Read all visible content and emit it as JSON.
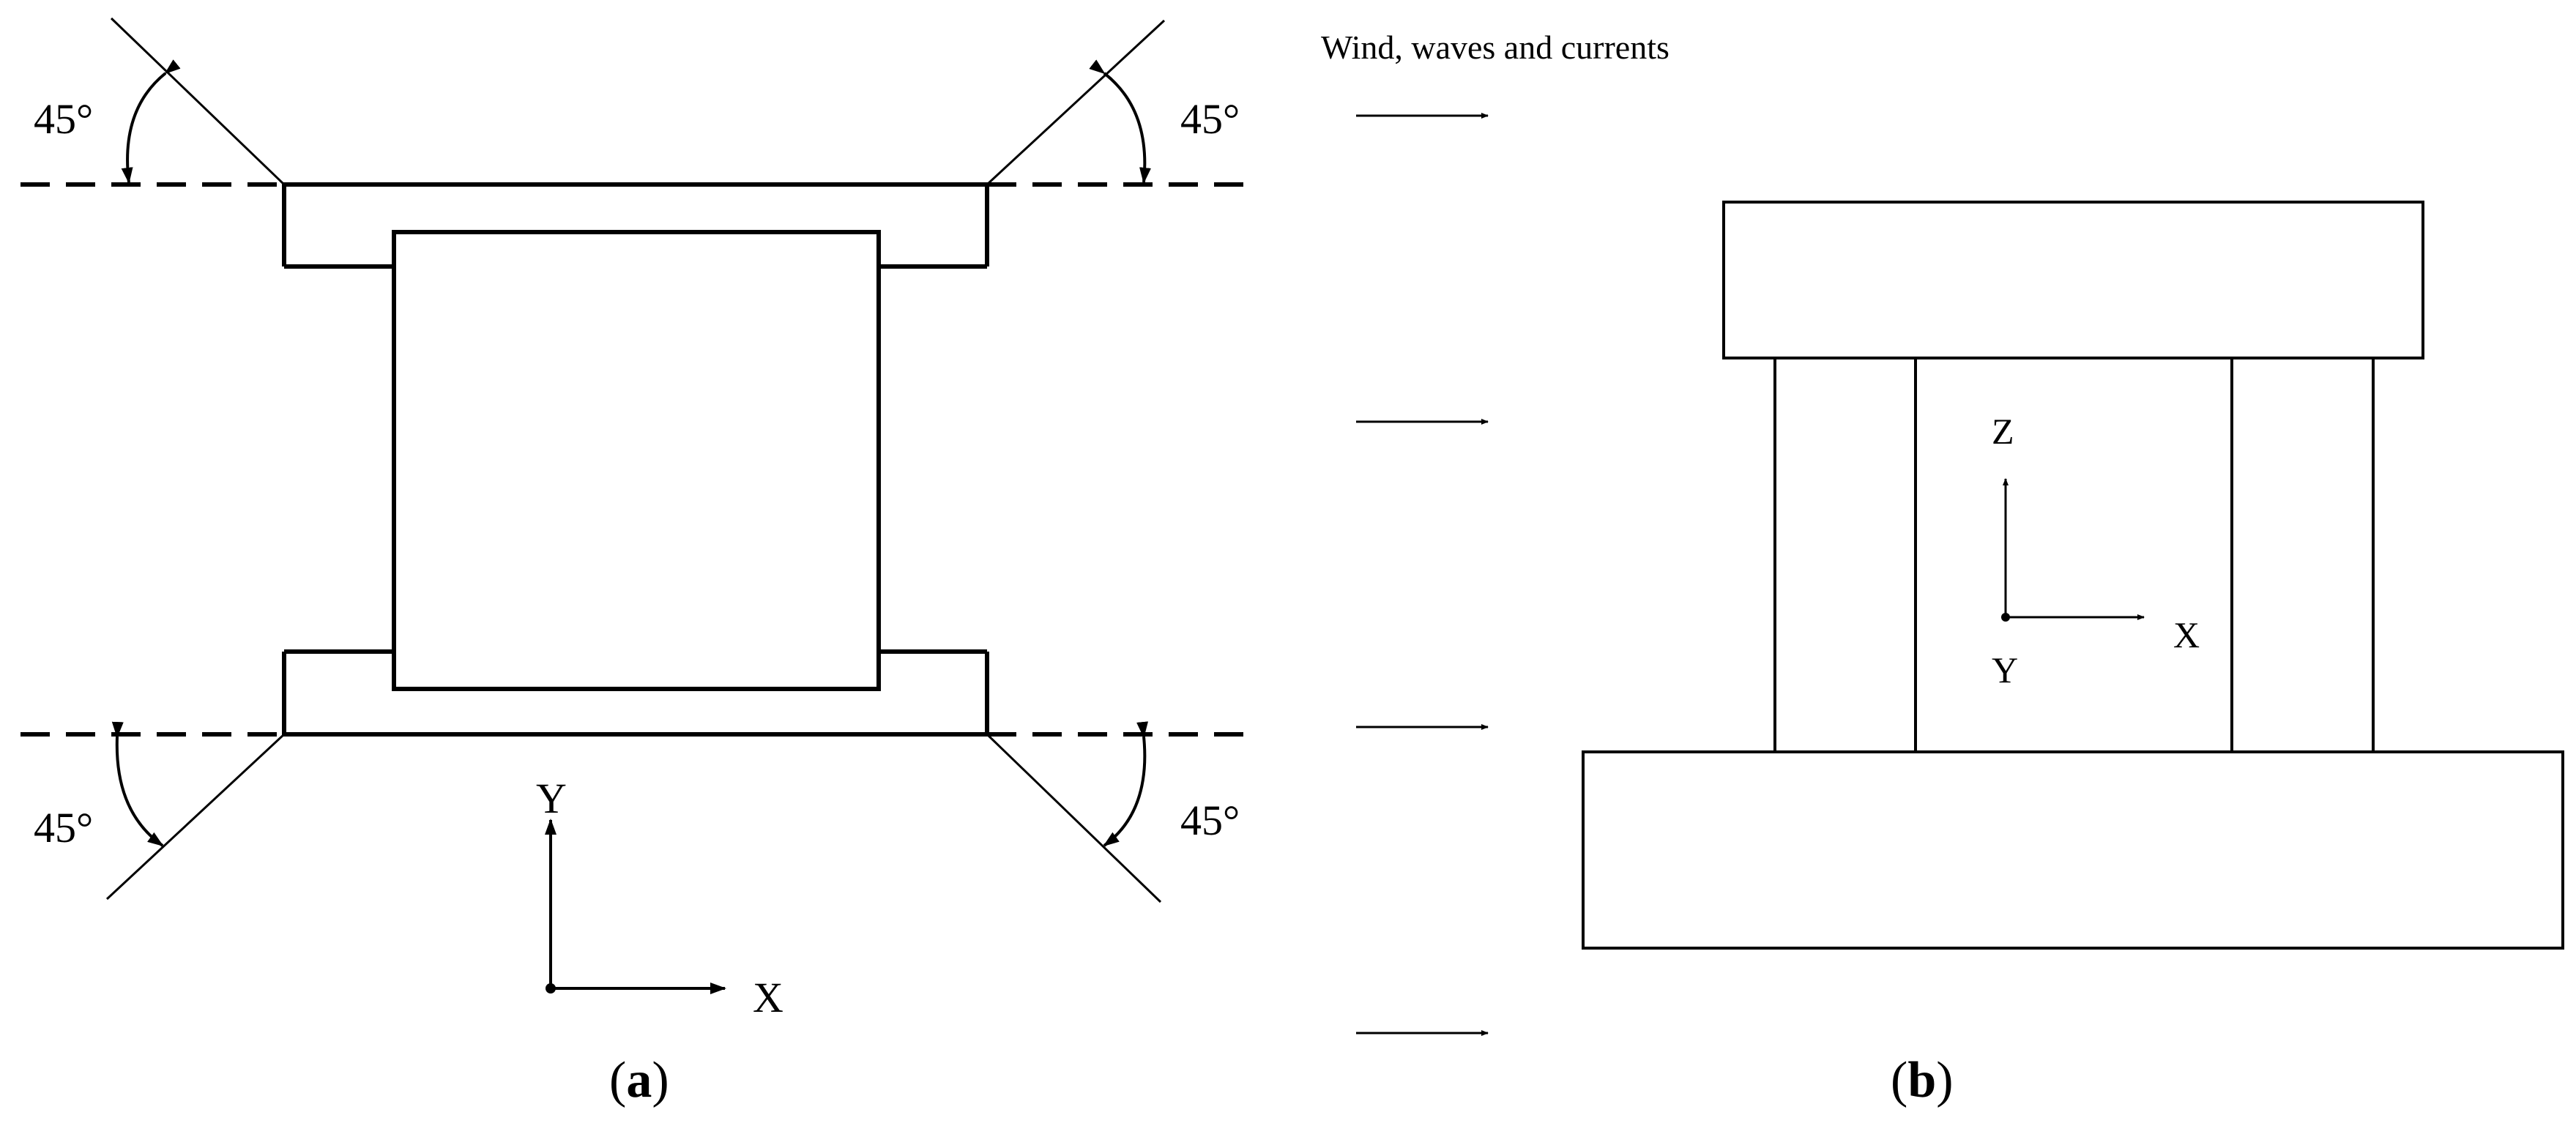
{
  "title": "Wind, waves and currents",
  "panel_a": {
    "caption_open": "(",
    "caption_letter": "a",
    "caption_close": ")",
    "angle_labels": [
      "45°",
      "45°",
      "45°",
      "45°"
    ],
    "axes": {
      "vertical": "Y",
      "horizontal": "X"
    }
  },
  "panel_b": {
    "caption_open": "(",
    "caption_letter": "b",
    "caption_close": ")",
    "axes": {
      "vertical": "Z",
      "horizontal": "X",
      "out_of_plane": "Y"
    }
  },
  "colors": {
    "stroke": "#000000",
    "background": "#ffffff"
  }
}
